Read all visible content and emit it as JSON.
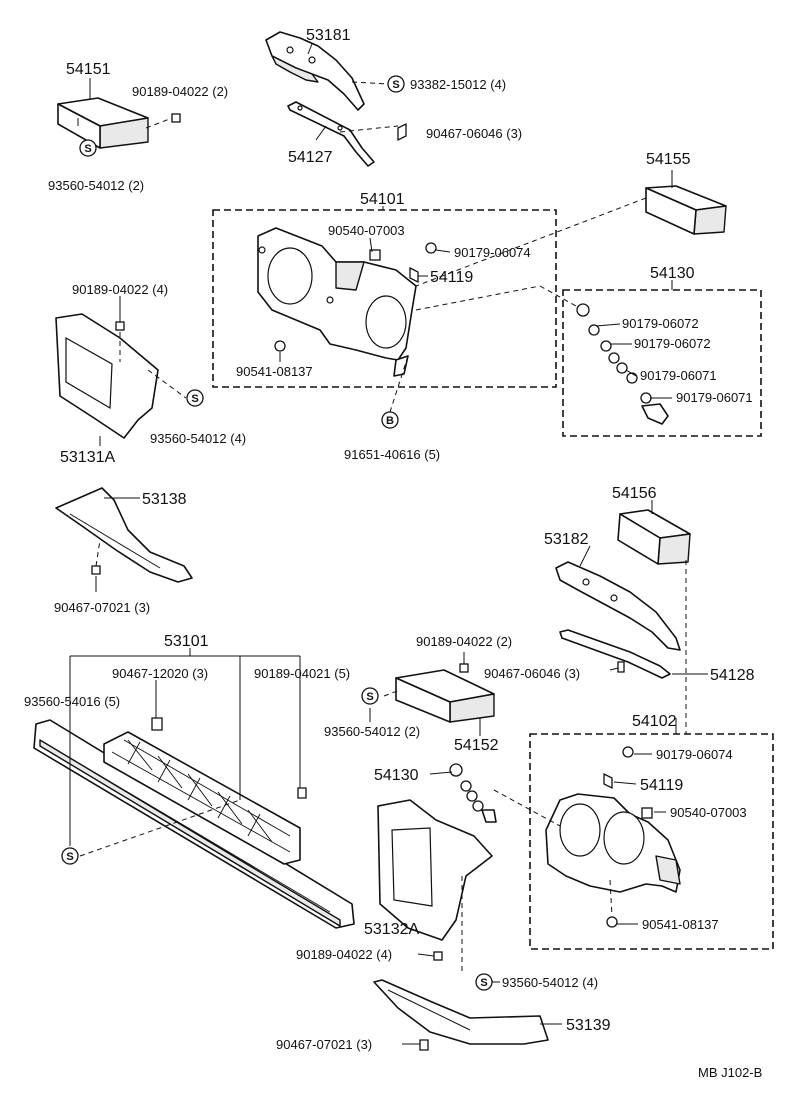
{
  "labels": {
    "p54151": "54151",
    "p53181": "53181",
    "f90189_04022_a": "90189-04022 (2)",
    "f93382_15012": "93382-15012 (4)",
    "f90467_06046_a": "90467-06046 (3)",
    "p54127": "54127",
    "f93560_54012_a": "93560-54012 (2)",
    "p54155": "54155",
    "p54101": "54101",
    "f90540_07003_a": "90540-07003",
    "f90179_06074_a": "90179-06074",
    "p54119_a": "54119",
    "f90189_04022_b": "90189-04022 (4)",
    "p54130_a": "54130",
    "f90179_06072_a": "90179-06072",
    "f90179_06072_b": "90179-06072",
    "f90179_06071_a": "90179-06071",
    "f90179_06071_b": "90179-06071",
    "f90541_08137_a": "90541-08137",
    "f93560_54012_b": "93560-54012 (4)",
    "p53131A": "53131A",
    "f91651_40616": "91651-40616 (5)",
    "p53138": "53138",
    "f90467_07021_a": "90467-07021 (3)",
    "p54156": "54156",
    "p53182": "53182",
    "p53101": "53101",
    "f90467_12020": "90467-12020 (3)",
    "f90189_04021": "90189-04021 (5)",
    "f93560_54016": "93560-54016 (5)",
    "f90189_04022_c": "90189-04022 (2)",
    "f90467_06046_b": "90467-06046 (3)",
    "p54128": "54128",
    "f93560_54012_c": "93560-54012 (2)",
    "p54152": "54152",
    "p54102": "54102",
    "p54130_b": "54130",
    "f90179_06074_b": "90179-06074",
    "p54119_b": "54119",
    "f90540_07003_b": "90540-07003",
    "p53132A": "53132A",
    "f90541_08137_b": "90541-08137",
    "f90189_04022_d": "90189-04022 (4)",
    "f93560_54012_d": "93560-54012 (4)",
    "p53139": "53139",
    "f90467_07021_b": "90467-07021 (3)",
    "ref": "MB  J102-B"
  },
  "symbols": {
    "screw": "S",
    "bolt": "B"
  }
}
